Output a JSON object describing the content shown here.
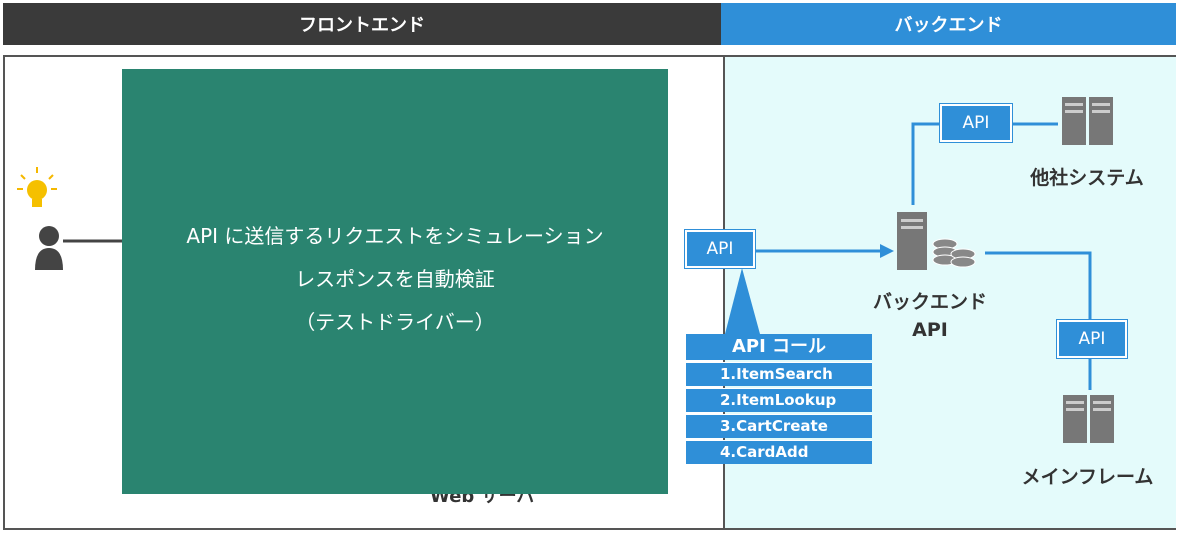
{
  "header": {
    "frontend_label": "フロントエンド",
    "backend_label": "バックエンド"
  },
  "overlay": {
    "line1": "API に送信するリクエストをシミュレーション",
    "line2": "レスポンスを自動検証",
    "line3": "（テストドライバー）"
  },
  "api_box_label": "API",
  "api_calls": {
    "title": "API コール",
    "items": [
      "1.ItemSearch",
      "2.ItemLookup",
      "3.CartCreate",
      "4.CardAdd"
    ]
  },
  "nodes": {
    "other_system": "他社システム",
    "backend_api_line1": "バックエンド",
    "backend_api_line2": "API",
    "mainframe": "メインフレーム"
  },
  "web_label_partial": "Web サーバ",
  "colors": {
    "accent": "#2f8fd8",
    "overlay": "#2a8470",
    "header_dark": "#3a3a3a",
    "backend_bg": "#e4fbfb"
  }
}
